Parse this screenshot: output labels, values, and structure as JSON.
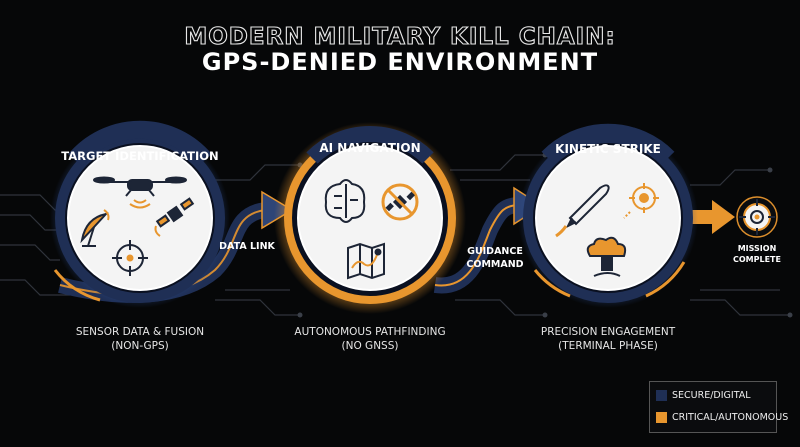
{
  "title": {
    "line1": "MODERN MILITARY KILL CHAIN:",
    "line2": "GPS-DENIED ENVIRONMENT"
  },
  "stages": [
    {
      "name": "TARGET IDENTIFICATION",
      "caption_line1": "SENSOR DATA & FUSION",
      "caption_line2": "(NON-GPS)",
      "category": "secure",
      "icons": [
        "drone-icon",
        "radar-dish-icon",
        "satellite-icon",
        "crosshair-icon"
      ]
    },
    {
      "name": "AI NAVIGATION",
      "caption_line1": "AUTONOMOUS PATHFINDING",
      "caption_line2": "(NO GNSS)",
      "category": "critical",
      "icons": [
        "brain-circuit-icon",
        "no-satellite-icon",
        "map-route-icon"
      ]
    },
    {
      "name": "KINETIC STRIKE",
      "caption_line1": "PRECISION ENGAGEMENT",
      "caption_line2": "(TERMINAL PHASE)",
      "category": "secure",
      "icons": [
        "missile-icon",
        "target-impact-icon",
        "explosion-icon"
      ]
    }
  ],
  "links": [
    {
      "label_line1": "DATA LINK",
      "label_line2": ""
    },
    {
      "label_line1": "GUIDANCE",
      "label_line2": "COMMAND"
    }
  ],
  "end": {
    "icon": "target-icon",
    "label_line1": "MISSION",
    "label_line2": "COMPLETE"
  },
  "legend": [
    {
      "label": "SECURE/DIGITAL",
      "color": "#1f2f55"
    },
    {
      "label": "CRITICAL/AUTONOMOUS",
      "color": "#e8962e"
    }
  ],
  "colors": {
    "secure": "#1f2f55",
    "critical": "#e8962e",
    "background": "#060708"
  }
}
